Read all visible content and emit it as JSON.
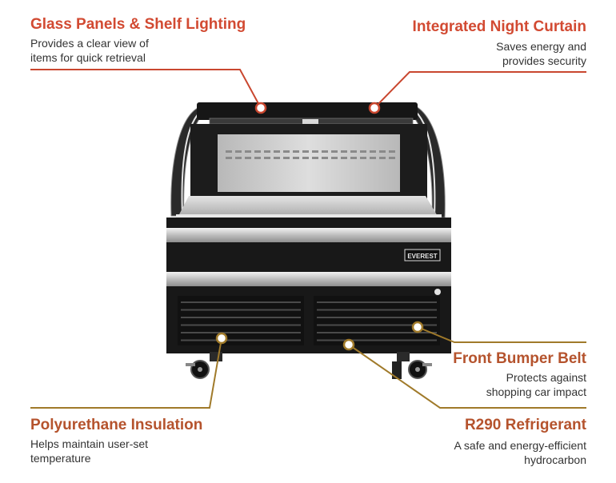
{
  "colors": {
    "title_red": "#d24a32",
    "title_brown": "#b5532d",
    "leader_red": "#c9472f",
    "leader_gold": "#a07a2a",
    "cabinet": "#1b1b1b",
    "steel": "#c8c8c8"
  },
  "brand_logo": "EVEREST",
  "features": [
    {
      "id": "glass",
      "title": "Glass Panels & Shelf Lighting",
      "desc": [
        "Provides a clear view of",
        "items for quick retrieval"
      ]
    },
    {
      "id": "curtain",
      "title": "Integrated Night Curtain",
      "desc": [
        "Saves energy and",
        "provides security"
      ]
    },
    {
      "id": "bumper",
      "title": "Front Bumper Belt",
      "desc": [
        "Protects against",
        "shopping car impact"
      ]
    },
    {
      "id": "insulation",
      "title": "Polyurethane Insulation",
      "desc": [
        "Helps maintain user-set",
        "temperature"
      ]
    },
    {
      "id": "refrigerant",
      "title": "R290 Refrigerant",
      "desc": [
        "A safe and energy-efficient",
        "hydrocarbon"
      ]
    }
  ]
}
